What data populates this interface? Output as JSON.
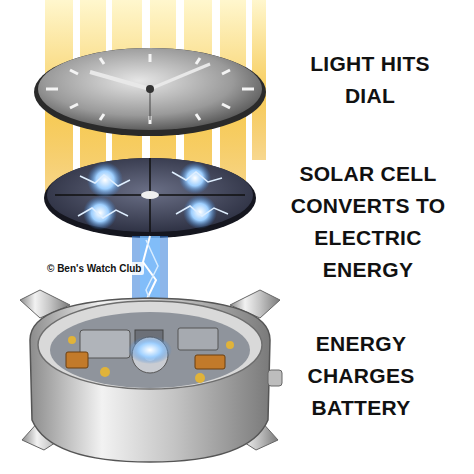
{
  "diagram": {
    "labels": [
      "LIGHT HITS DIAL",
      "SOLAR CELL CONVERTS TO ELECTRIC ENERGY",
      "ENERGY CHARGES BATTERY",
      "© Ben's Watch Club"
    ]
  }
}
